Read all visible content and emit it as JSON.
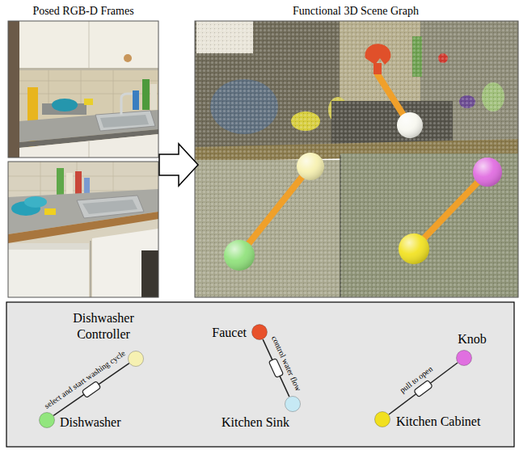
{
  "diagram": {
    "nodes": [
      {
        "text": [
          "Dishwasher Controller"
        ]
      },
      {
        "text": [
          "Dishwasher"
        ]
      },
      {
        "text": [
          "Faucet"
        ]
      },
      {
        "text": [
          "Kitchen Sink"
        ]
      },
      {
        "text": [
          "Knob"
        ]
      },
      {
        "text": [
          "Kitchen Cabinet"
        ]
      }
    ],
    "edges": [
      {
        "from": 0,
        "to": 1,
        "label": "select and start washing cycle",
        "arrow": "none"
      },
      {
        "from": 2,
        "to": 3,
        "label": "control water flow",
        "arrow": "none"
      },
      {
        "from": 4,
        "to": 5,
        "label": "pull to open",
        "arrow": "none"
      }
    ],
    "labels": [
      "Posed RGB-D Frames",
      "Functional 3D Scene Graph"
    ]
  }
}
